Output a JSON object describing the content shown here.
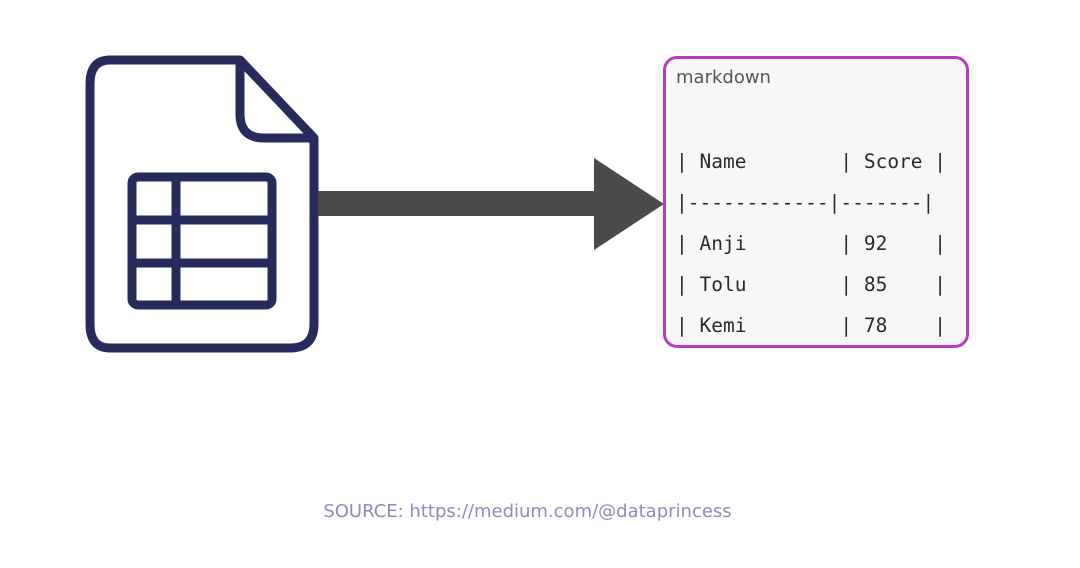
{
  "file_icon": {
    "icon": "spreadsheet-file-icon",
    "color": "#262b5c"
  },
  "arrow": {
    "icon": "right-arrow-icon",
    "color": "#4a4a4a"
  },
  "code_block": {
    "language": "markdown",
    "border_color": "#b43cc0",
    "lines": [
      "| Name        | Score |",
      "|------------|-------|",
      "| Anji        | 92    |",
      "| Tolu        | 85    |",
      "| Kemi        | 78    |"
    ]
  },
  "source_text": "SOURCE: https://medium.com/@dataprincess"
}
